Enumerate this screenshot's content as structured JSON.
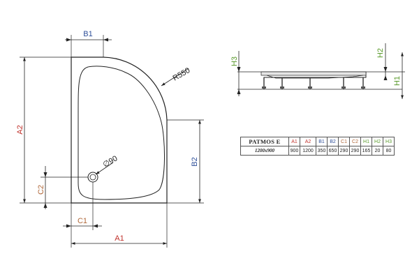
{
  "labels": {
    "A1": "A1",
    "A2": "A2",
    "B1": "B1",
    "B2": "B2",
    "C1": "C1",
    "C2": "C2",
    "H1": "H1",
    "H2": "H2",
    "H3": "H3",
    "radius": "R550",
    "drain": "∅90"
  },
  "colors": {
    "A": "#c0312b",
    "B": "#2e4f99",
    "C": "#b0683a",
    "H": "#5a9a2c"
  },
  "table": {
    "model": "PATMOS E",
    "size": "1200x900",
    "columns": [
      {
        "key": "A1",
        "label": "A1",
        "value": "900",
        "color_key": "A"
      },
      {
        "key": "A2",
        "label": "A2",
        "value": "1200",
        "color_key": "A"
      },
      {
        "key": "B1",
        "label": "B1",
        "value": "350",
        "color_key": "B"
      },
      {
        "key": "B2",
        "label": "B2",
        "value": "650",
        "color_key": "B"
      },
      {
        "key": "C1",
        "label": "C1",
        "value": "290",
        "color_key": "C"
      },
      {
        "key": "C2",
        "label": "C2",
        "value": "290",
        "color_key": "C"
      },
      {
        "key": "H1",
        "label": "H1",
        "value": "165",
        "color_key": "H"
      },
      {
        "key": "H2",
        "label": "H2",
        "value": "20",
        "color_key": "H"
      },
      {
        "key": "H3",
        "label": "H3",
        "value": "80",
        "color_key": "H"
      }
    ]
  }
}
